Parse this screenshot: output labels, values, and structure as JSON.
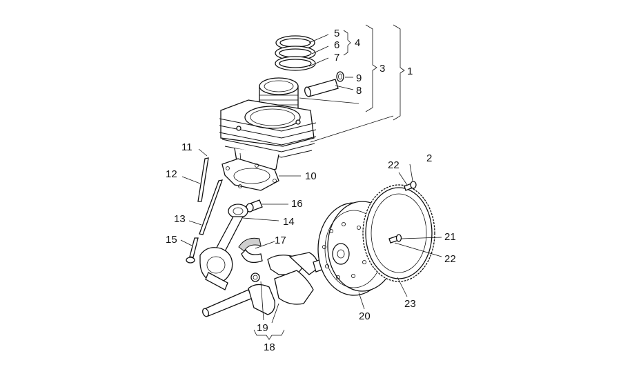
{
  "diagram": {
    "labels": {
      "l1": "1",
      "l2": "2",
      "l3": "3",
      "l4": "4",
      "l5": "5",
      "l6": "6",
      "l7": "7",
      "l8": "8",
      "l9": "9",
      "l10": "10",
      "l11": "11",
      "l12": "12",
      "l13": "13",
      "l14": "14",
      "l15": "15",
      "l16": "16",
      "l17": "17",
      "l18": "18",
      "l19": "19",
      "l20": "20",
      "l21": "21",
      "l22a": "22",
      "l22b": "22",
      "l23": "23"
    }
  }
}
